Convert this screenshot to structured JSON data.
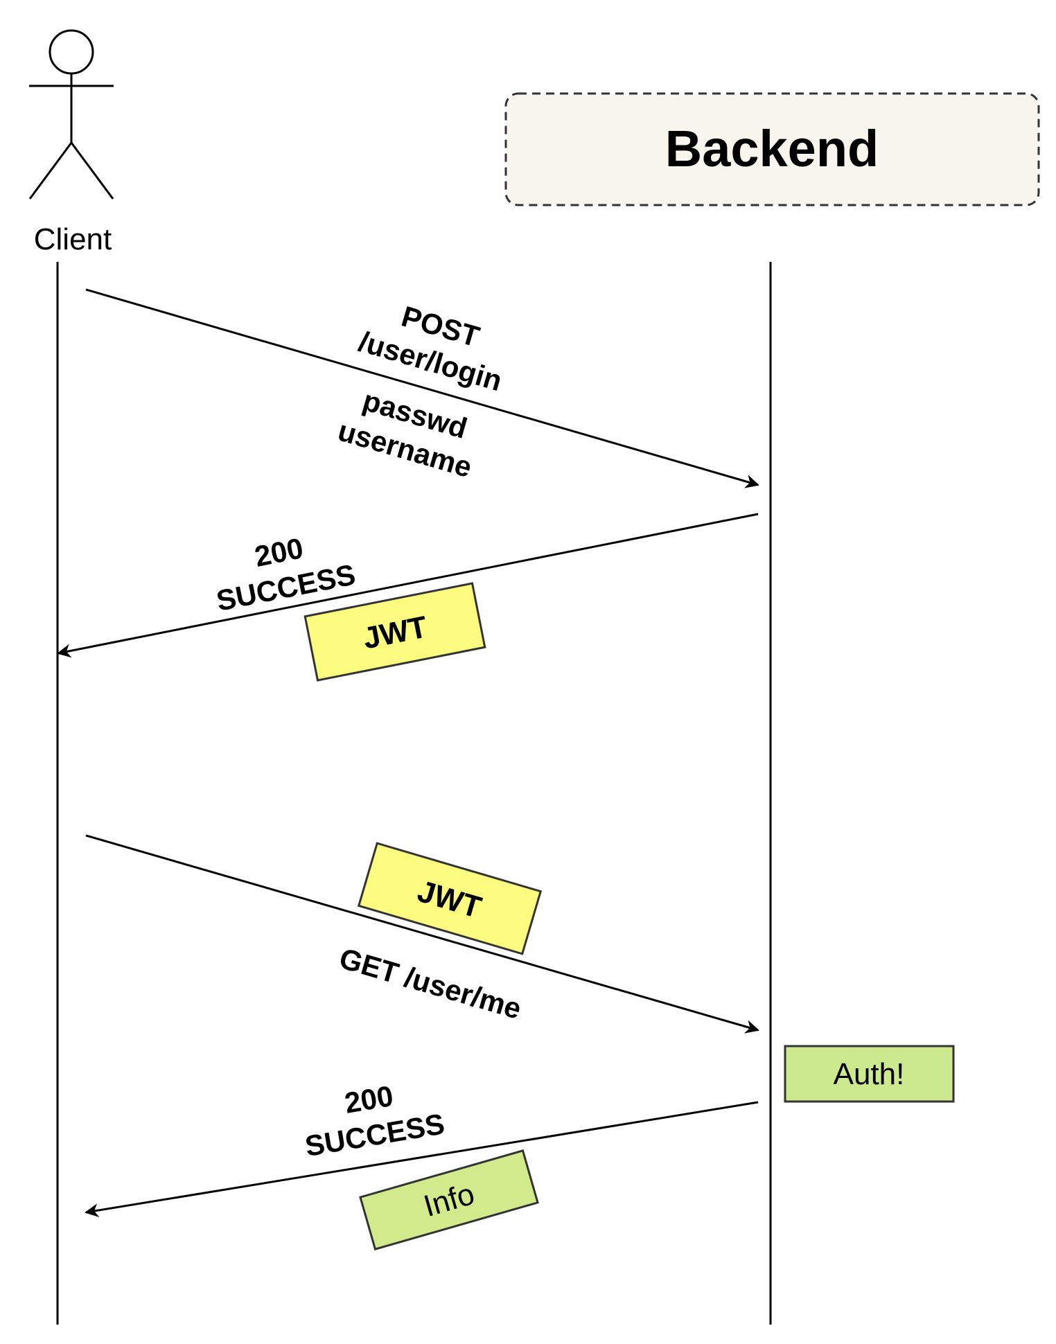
{
  "participants": {
    "client": {
      "label": "Client"
    },
    "backend": {
      "label": "Backend"
    }
  },
  "messages": {
    "login_request": {
      "lines": [
        "POST",
        "/user/login",
        "passwd",
        "username"
      ]
    },
    "login_response": {
      "lines": [
        "200",
        "SUCCESS"
      ],
      "payload": "JWT"
    },
    "me_request": {
      "label": "GET /user/me",
      "payload": "JWT"
    },
    "me_response": {
      "lines": [
        "200",
        "SUCCESS"
      ],
      "payload": "Info"
    }
  },
  "notes": {
    "auth": "Auth!"
  },
  "colors": {
    "backend_box_fill": "#f7f5ee",
    "jwt_fill": "#fbfb80",
    "info_fill": "#d0ea8c",
    "auth_fill": "#cde98d",
    "border": "#333333"
  }
}
